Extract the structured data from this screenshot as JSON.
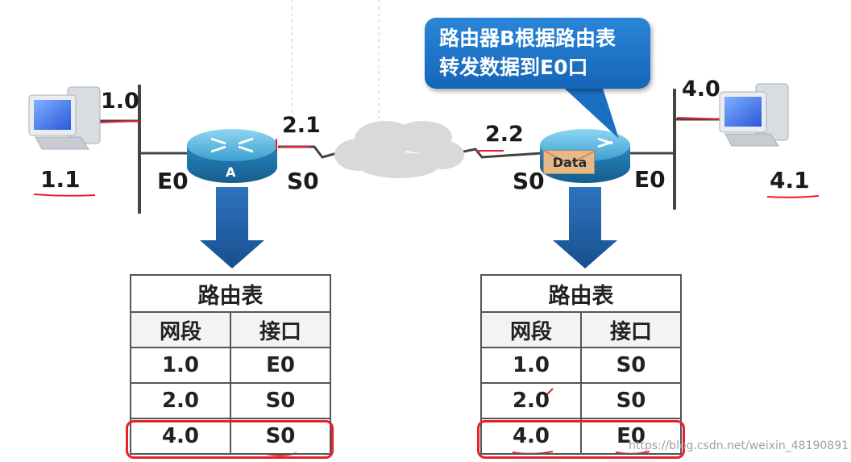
{
  "callout": {
    "line1": "路由器B根据路由表",
    "line2": "转发数据到E0口"
  },
  "left_network": "1.0",
  "right_network": "4.0",
  "left_host": "1.1",
  "right_host": "4.1",
  "router_a": {
    "name": "A",
    "e0": "E0",
    "s0": "S0",
    "s0_addr": "2.1"
  },
  "router_b": {
    "e0": "E0",
    "s0": "S0",
    "s0_addr": "2.2",
    "packet": "Data"
  },
  "table_a": {
    "title": "路由表",
    "headers": [
      "网段",
      "接口"
    ],
    "rows": [
      [
        "1.0",
        "E0"
      ],
      [
        "2.0",
        "S0"
      ],
      [
        "4.0",
        "S0"
      ]
    ]
  },
  "table_b": {
    "title": "路由表",
    "headers": [
      "网段",
      "接口"
    ],
    "rows": [
      [
        "1.0",
        "S0"
      ],
      [
        "2.0",
        "S0"
      ],
      [
        "4.0",
        "E0"
      ]
    ]
  },
  "watermark": "https://blog.csdn.net/weixin_48190891",
  "colors": {
    "arrow": "#1f5fa8",
    "highlight": "#e8202a",
    "callout": "#1a73c8"
  }
}
